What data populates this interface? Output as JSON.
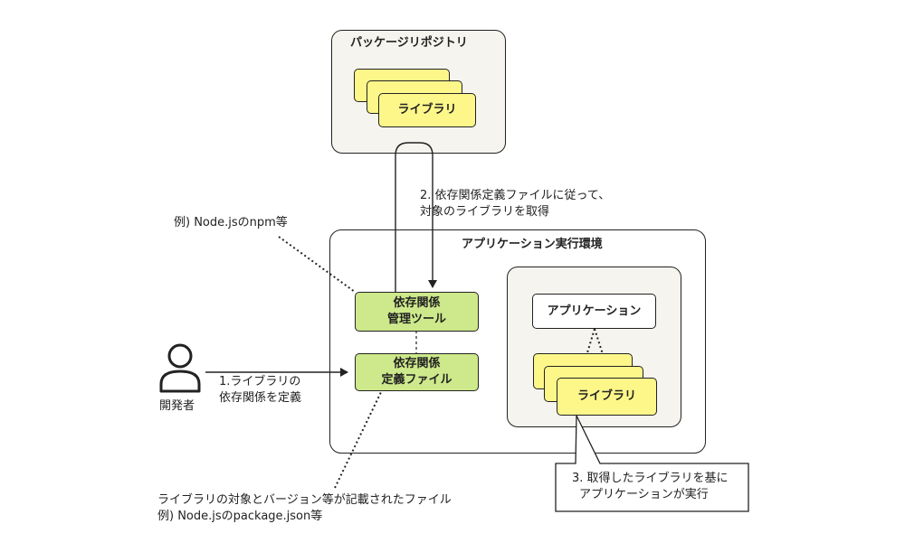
{
  "package_repository": {
    "title": "パッケージリポジトリ",
    "library_label": "ライブラリ"
  },
  "runtime": {
    "title": "アプリケーション実行環境",
    "dep_tool_line1": "依存関係",
    "dep_tool_line2": "管理ツール",
    "dep_file_line1": "依存関係",
    "dep_file_line2": "定義ファイル",
    "application_label": "アプリケーション",
    "library_label": "ライブラリ"
  },
  "developer": {
    "label": "開発者"
  },
  "annotations": {
    "tool_example": "例) Node.jsのnpm等",
    "step1_line1": "1.ライブラリの",
    "step1_line2": "依存関係を定義",
    "step2_line1": "2. 依存関係定義ファイルに従って、",
    "step2_line2": "対象のライブラリを取得",
    "step3_line1": "3. 取得したライブラリを基に",
    "step3_line2": "アプリケーションが実行",
    "file_desc_line1": "ライブラリの対象とバージョン等が記載されたファイル",
    "file_desc_line2": "例) Node.jsのpackage.json等"
  },
  "colors": {
    "library_yellow": "#fdf78a",
    "tool_green": "#cde98b",
    "panel_beige": "#f6f4ee",
    "stroke": "#222222"
  }
}
